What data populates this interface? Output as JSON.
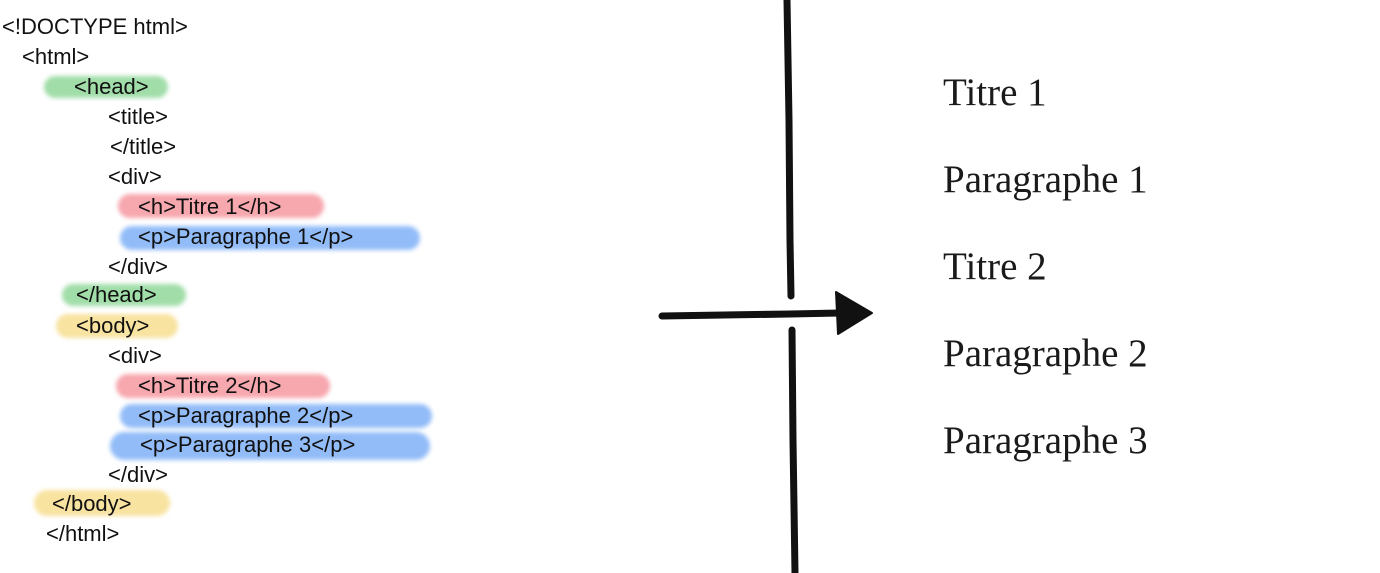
{
  "code": {
    "lines": [
      "<!DOCTYPE html>",
      "<html>",
      "<head>",
      "<title>",
      "</title>",
      "<div>",
      "<h>Titre 1</h>",
      "<p>Paragraphe 1</p>",
      "</div>",
      "</head>",
      "<body>",
      "<div>",
      "<h>Titre 2</h>",
      "<p>Paragraphe 2</p>",
      "<p>Paragraphe 3</p>",
      "</div>",
      "</body>",
      "</html>"
    ],
    "highlight_colors": {
      "head": "#8fd79a",
      "heading": "#f07a84",
      "paragraph": "#66a3f5",
      "body": "#f5d67a"
    }
  },
  "render": {
    "lines": [
      "Titre 1",
      "Paragraphe 1",
      "Titre 2",
      "Paragraphe 2",
      "Paragraphe 3"
    ]
  }
}
